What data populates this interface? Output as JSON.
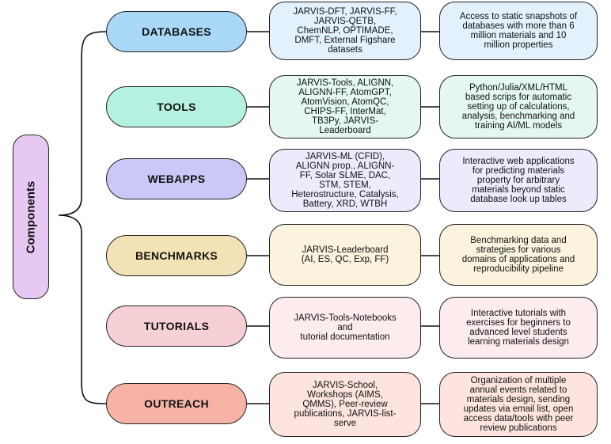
{
  "root": {
    "label": "Components",
    "color": "#e6c8f2"
  },
  "rows": [
    {
      "category": "DATABASES",
      "color": "#a9d8f7",
      "tools": "JARVIS-DFT, JARVIS-FF,\nJARVIS-QETB,\nChemNLP, OPTIMADE,\nDMFT, External Figshare\ndatasets",
      "description": "Access to static snapshots of\ndatabases with more than 6\nmillion materials and 10\nmillion properties",
      "detail_color": "#e3f1fc"
    },
    {
      "category": "TOOLS",
      "color": "#b5f1e1",
      "tools": "JARVIS-Tools, ALIGNN,\nALIGNN-FF, AtomGPT,\nAtomVision, AtomQC,\nCHIPS-FF, InterMat,\nTB3Py, JARVIS-\nLeaderboard",
      "description": "Python/Julia/XML/HTML\nbased scrips for automatic\nsetting up of calculations,\nanalysis, benchmarking and\ntraining AI/ML models",
      "detail_color": "#e4f8f1"
    },
    {
      "category": "WEBAPPS",
      "color": "#c9c8f7",
      "tools": "JARVIS-ML (CFID),\nALIGNN prop., ALIGNN-\nFF, Solar SLME, DAC,\nSTM, STEM,\nHeterostructure, Catalysis,\nBattery, XRD, WTBH",
      "description": "Interactive web applications\nfor predicting materials\nproperty for arbitrary\nmaterials beyond static\ndatabase look up tables",
      "detail_color": "#ecebfc"
    },
    {
      "category": "BENCHMARKS",
      "color": "#f3e2b6",
      "tools": "JARVIS-Leaderboard\n(AI, ES, QC, Exp, FF)",
      "description": "Benchmarking data and\nstrategies for various\ndomains of applications and\nreproducibility pipeline",
      "detail_color": "#fbf3dd"
    },
    {
      "category": "TUTORIALS",
      "color": "#f7d0d6",
      "tools": "JARVIS-Tools-Notebooks\nand\ntutorial documentation",
      "description": "Interactive tutorials with\nexercises for beginners to\nadvanced level students\nlearning materials design",
      "detail_color": "#fcecee"
    },
    {
      "category": "OUTREACH",
      "color": "#f7b4a6",
      "tools": "JARVIS-School,\nWorkshops (AIMS,\nQMMS),  Peer-review\npublications, JARVIS-list-\nserve",
      "description": "Organization of multiple\nannual events related to\nmaterials design, sending\nupdates via email list, open\naccess data/tools with peer\nreview publications",
      "detail_color": "#fde4de"
    }
  ]
}
